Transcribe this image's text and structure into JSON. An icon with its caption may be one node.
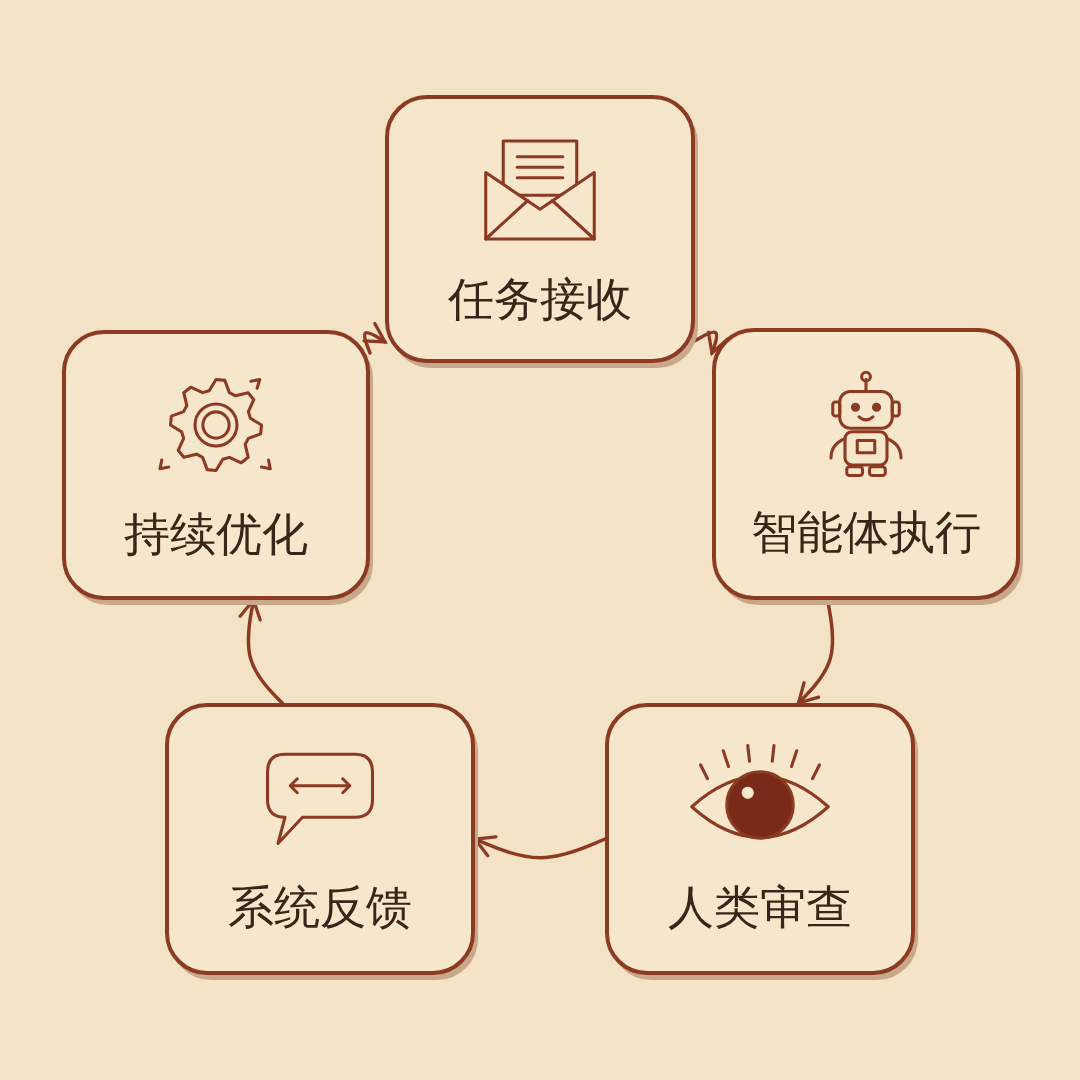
{
  "diagram": {
    "nodes": [
      {
        "text": [
          "任务接收"
        ]
      },
      {
        "text": [
          "持续优化"
        ]
      },
      {
        "text": [
          "智能体执行"
        ]
      },
      {
        "text": [
          "系统反馈"
        ]
      },
      {
        "text": [
          "人类审查"
        ]
      }
    ],
    "edges": [
      {
        "from": 0,
        "to": 2,
        "arrow": "to"
      },
      {
        "from": 2,
        "to": 4,
        "arrow": "to"
      },
      {
        "from": 4,
        "to": 3,
        "arrow": "to"
      },
      {
        "from": 3,
        "to": 1,
        "arrow": "to"
      },
      {
        "from": 1,
        "to": 0,
        "arrow": "to"
      }
    ]
  }
}
